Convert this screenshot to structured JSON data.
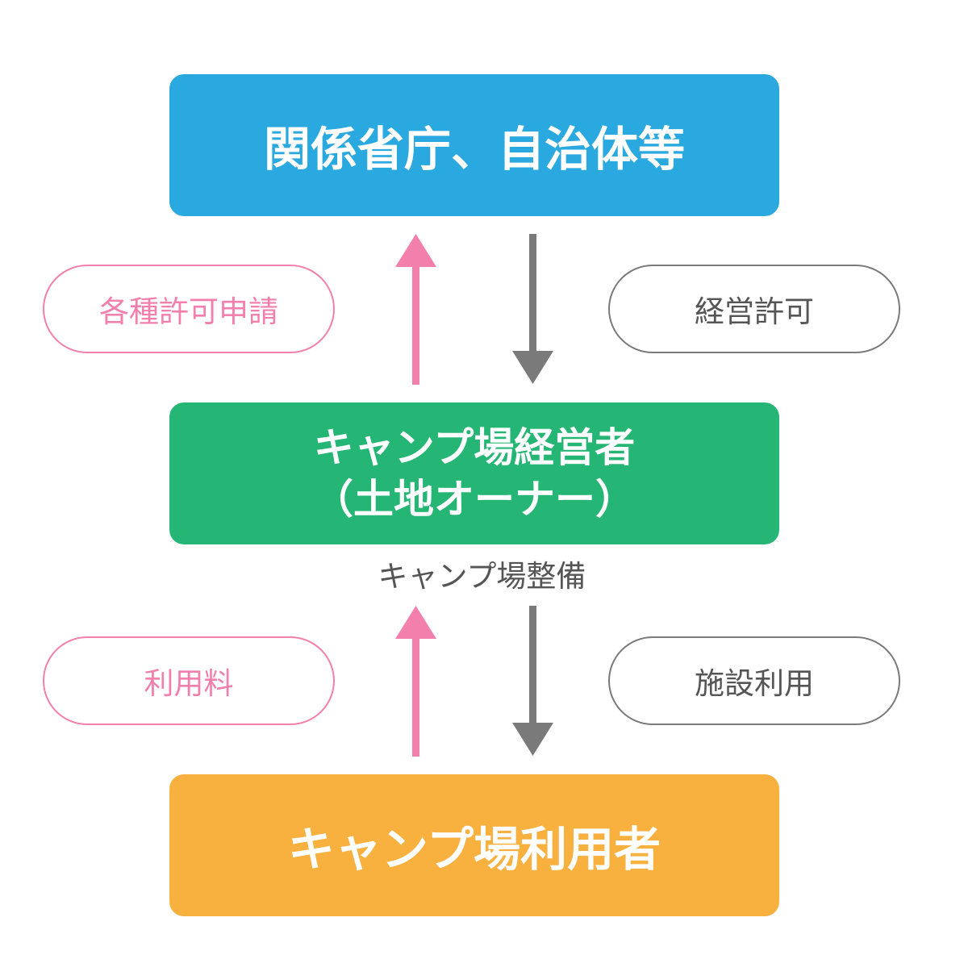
{
  "nodes": {
    "top": "関係省庁、自治体等",
    "middle_line1": "キャンプ場経営者",
    "middle_line2": "（土地オーナー）",
    "bottom": "キャンプ場利用者"
  },
  "labels": {
    "application": "各種許可申請",
    "permit": "経営許可",
    "maintenance": "キャンプ場整備",
    "fee": "利用料",
    "facility_use": "施設利用"
  },
  "colors": {
    "top_box": "#2aa8e0",
    "middle_box": "#25b574",
    "bottom_box": "#f8b03f",
    "pink_arrow": "#f27fac",
    "gray_arrow": "#7a7a7a"
  }
}
